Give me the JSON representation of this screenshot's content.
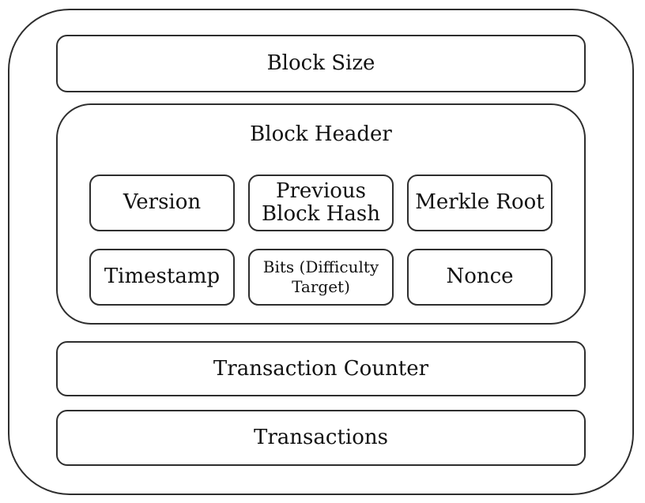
{
  "diagram": {
    "block_size": {
      "label": "Block Size"
    },
    "block_header": {
      "title": "Block Header",
      "fields": [
        {
          "label": "Version"
        },
        {
          "label": "Previous Block Hash"
        },
        {
          "label": "Merkle Root"
        },
        {
          "label": "Timestamp"
        },
        {
          "label": "Bits (Difficulty Target)"
        },
        {
          "label": "Nonce"
        }
      ]
    },
    "transaction_counter": {
      "label": "Transaction Counter"
    },
    "transactions": {
      "label": "Transactions"
    }
  },
  "colors": {
    "border": "#2e2e2e",
    "text": "#111111",
    "background": "#ffffff"
  }
}
